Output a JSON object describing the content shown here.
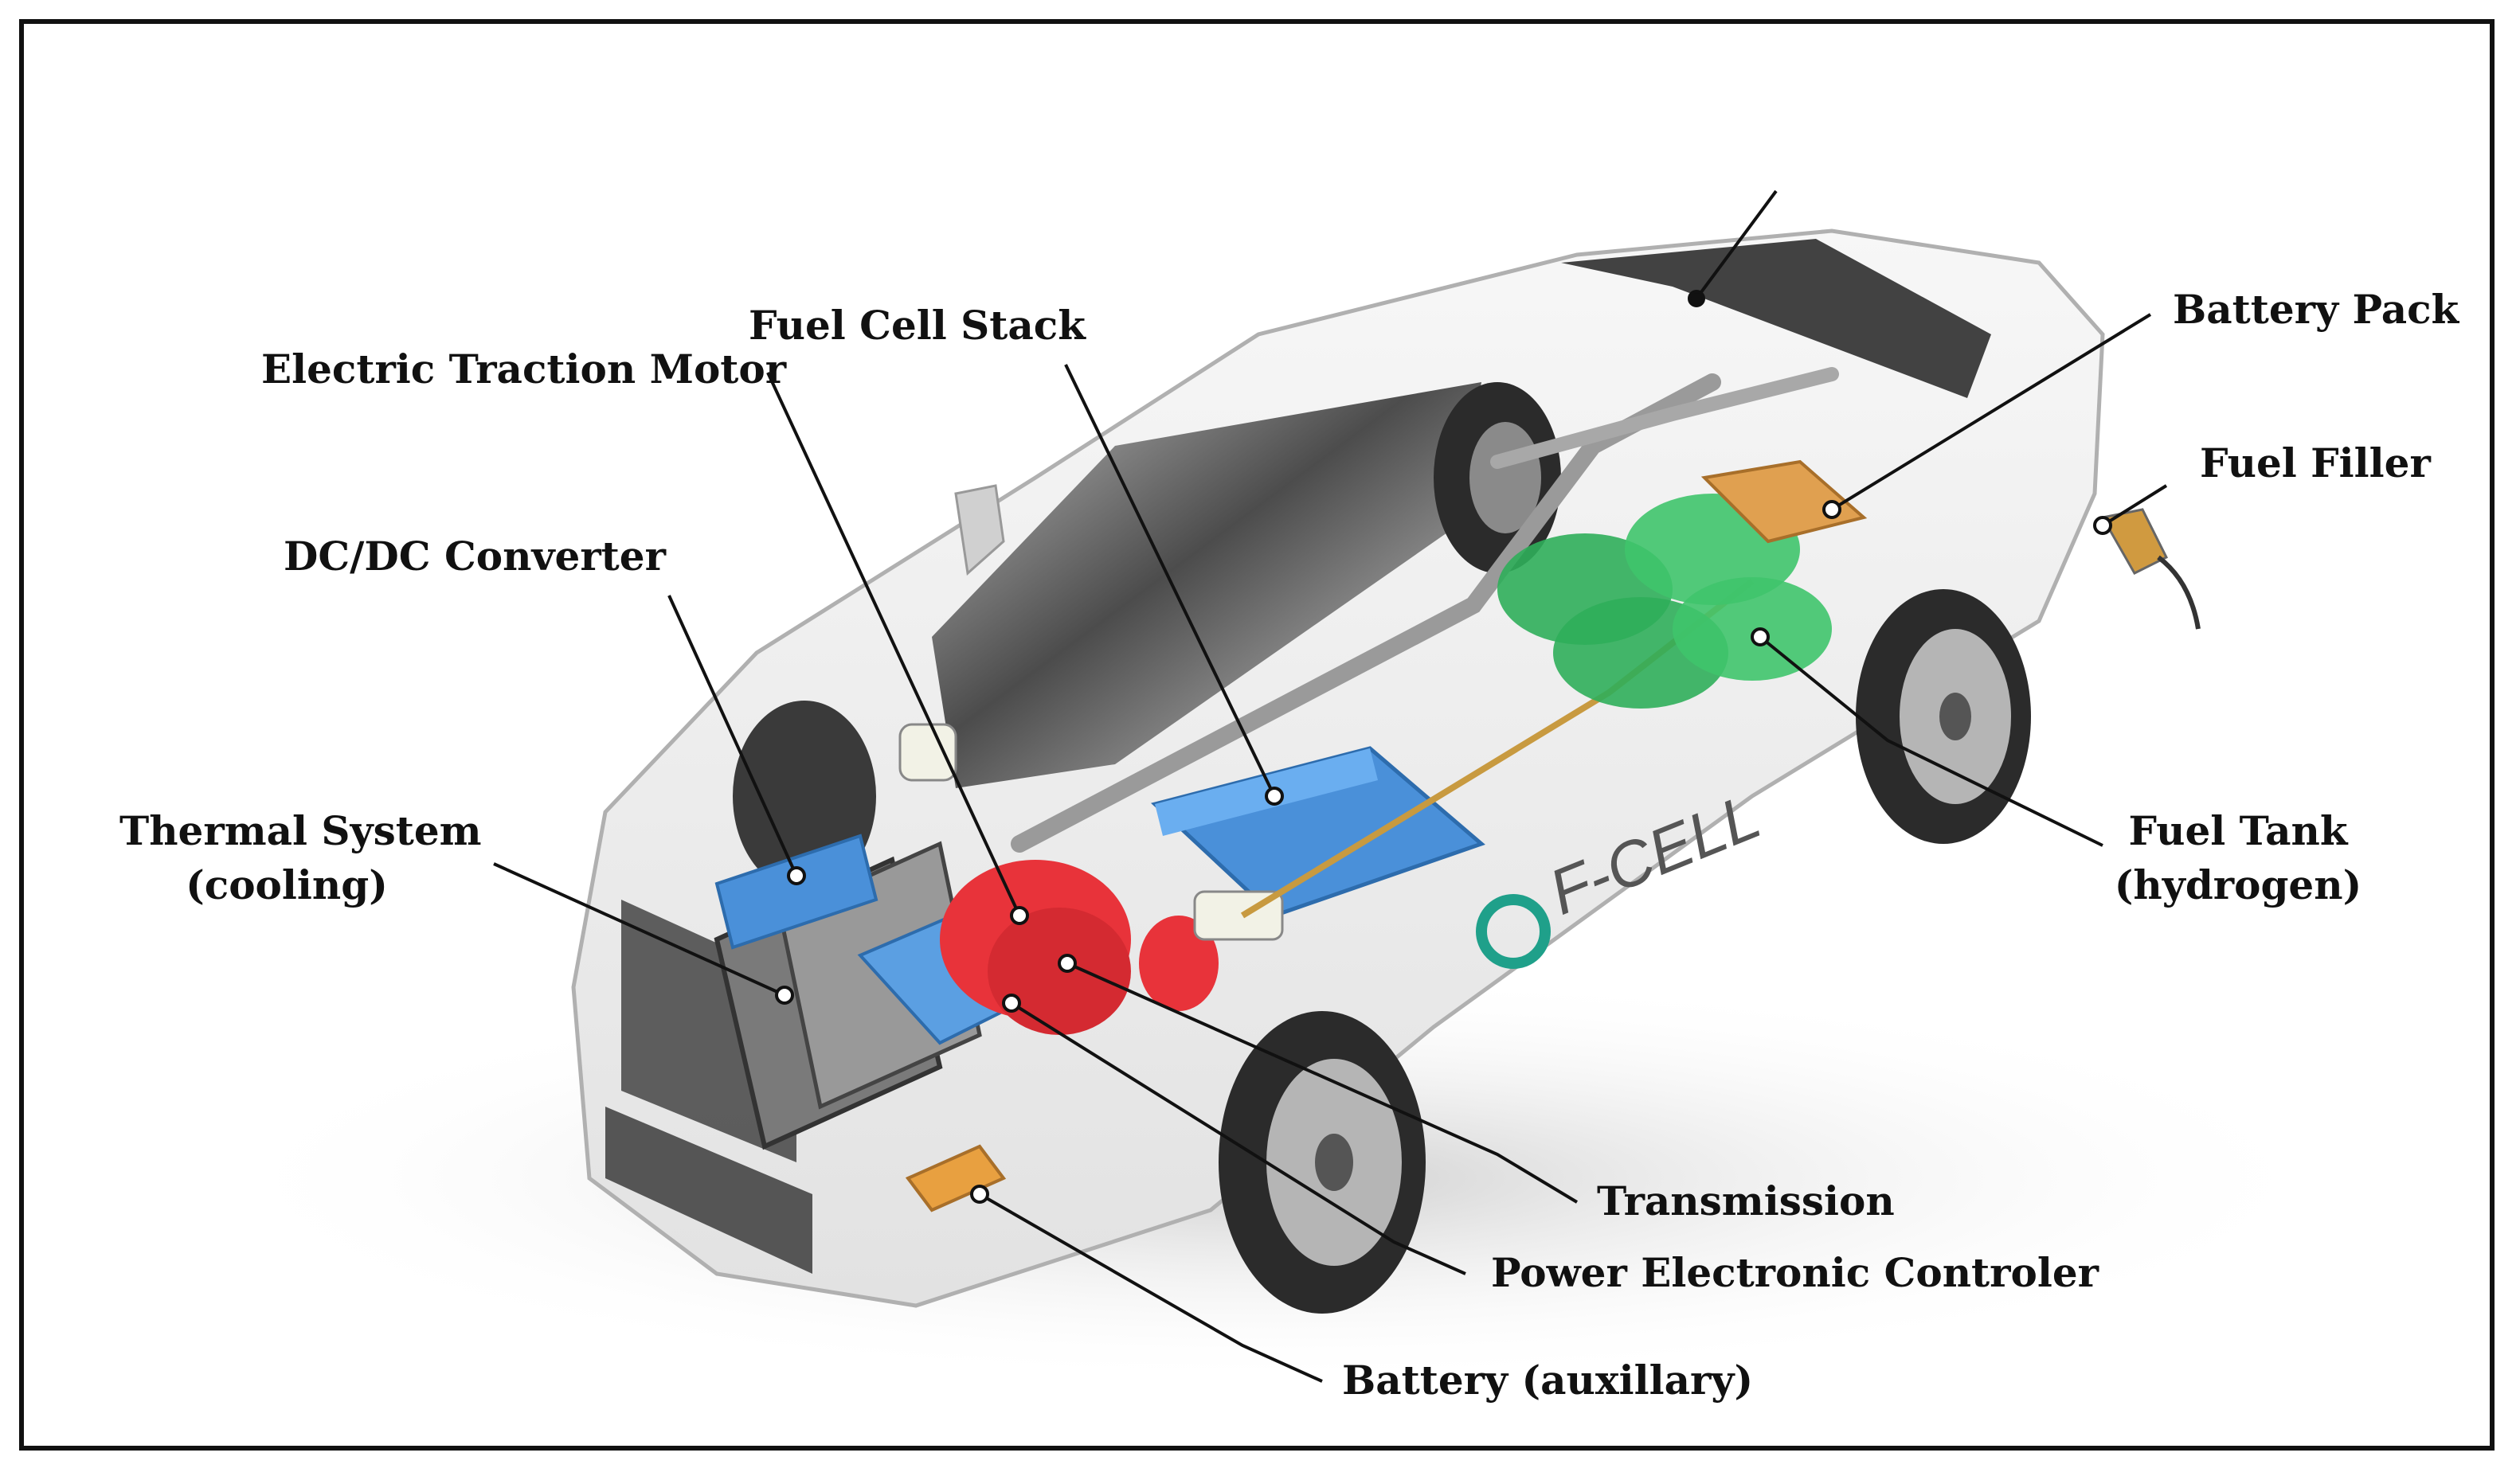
{
  "labels": {
    "electric_traction_motor": "Electric Traction Motor",
    "fuel_cell_stack": "Fuel Cell Stack",
    "dcdc_converter": "DC/DC Converter",
    "thermal_system_line1": "Thermal System",
    "thermal_system_line2": "(cooling)",
    "battery_pack": "Battery Pack",
    "fuel_filler": "Fuel Filler",
    "fuel_tank_line1": "Fuel Tank",
    "fuel_tank_line2": "(hydrogen)",
    "transmission": "Transmission",
    "power_electronic_controller": "Power Electronic Controler",
    "battery_auxiliary": "Battery (auxillary)"
  },
  "car_branding": "F-CELL",
  "colors": {
    "fuel_cell_stack": "#4a90d9",
    "motor": "#e8333a",
    "hydrogen_tank": "#2fae5a",
    "battery_pack": "#e0a050",
    "aux_battery": "#e8a040",
    "body": "#f2f2f2",
    "outline": "#9a9a9a",
    "leader_line": "#111111"
  }
}
